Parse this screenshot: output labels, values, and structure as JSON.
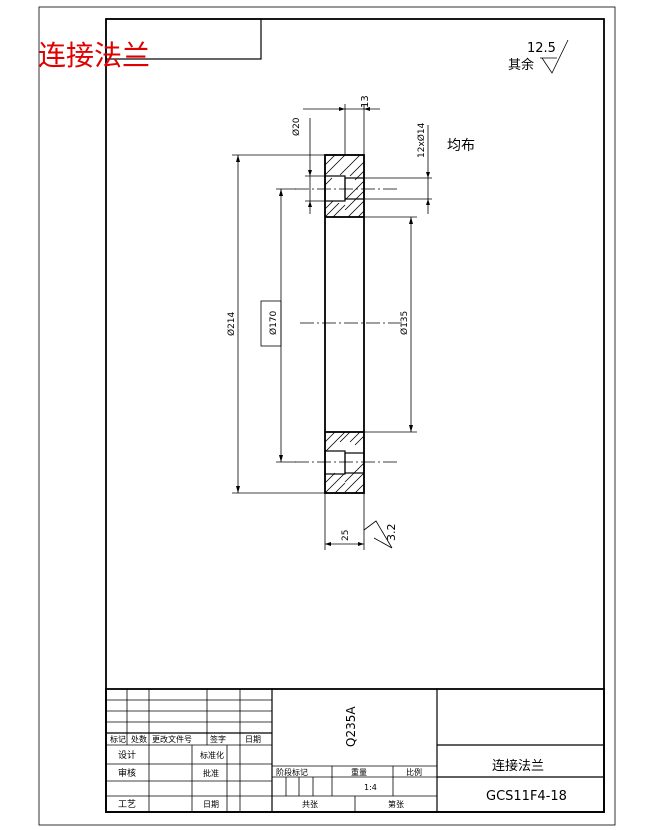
{
  "drawing": {
    "overlay_title": "连接法兰",
    "roughness_other_label": "其余",
    "roughness_other_value": "12.5",
    "dim_thickness_top": "13",
    "dim_counterbore": "Ø20",
    "dim_holes": "12xØ14",
    "holes_note": "均布",
    "dim_outer": "Ø214",
    "dim_bolt_circle": "Ø170",
    "dim_inner": "Ø135",
    "dim_width": "25",
    "roughness_face_value": "3.2",
    "colors": {
      "line": "#000000",
      "overlay_title": "#e00000",
      "background": "#ffffff"
    }
  },
  "title_block": {
    "material": "Q235A",
    "part_name": "连接法兰",
    "drawing_number": "GCS11F4-18",
    "rev_headers": [
      "标记",
      "处数",
      "更改文件号",
      "签字",
      "日期"
    ],
    "roles": [
      "设计",
      "审核",
      "工艺"
    ],
    "mid_labels": [
      "标准化",
      "批准",
      "日期"
    ],
    "stage_labels": [
      "阶段标记",
      "重量",
      "比例"
    ],
    "scale": "1:4",
    "sheet_labels": [
      "共张",
      "第张"
    ]
  }
}
